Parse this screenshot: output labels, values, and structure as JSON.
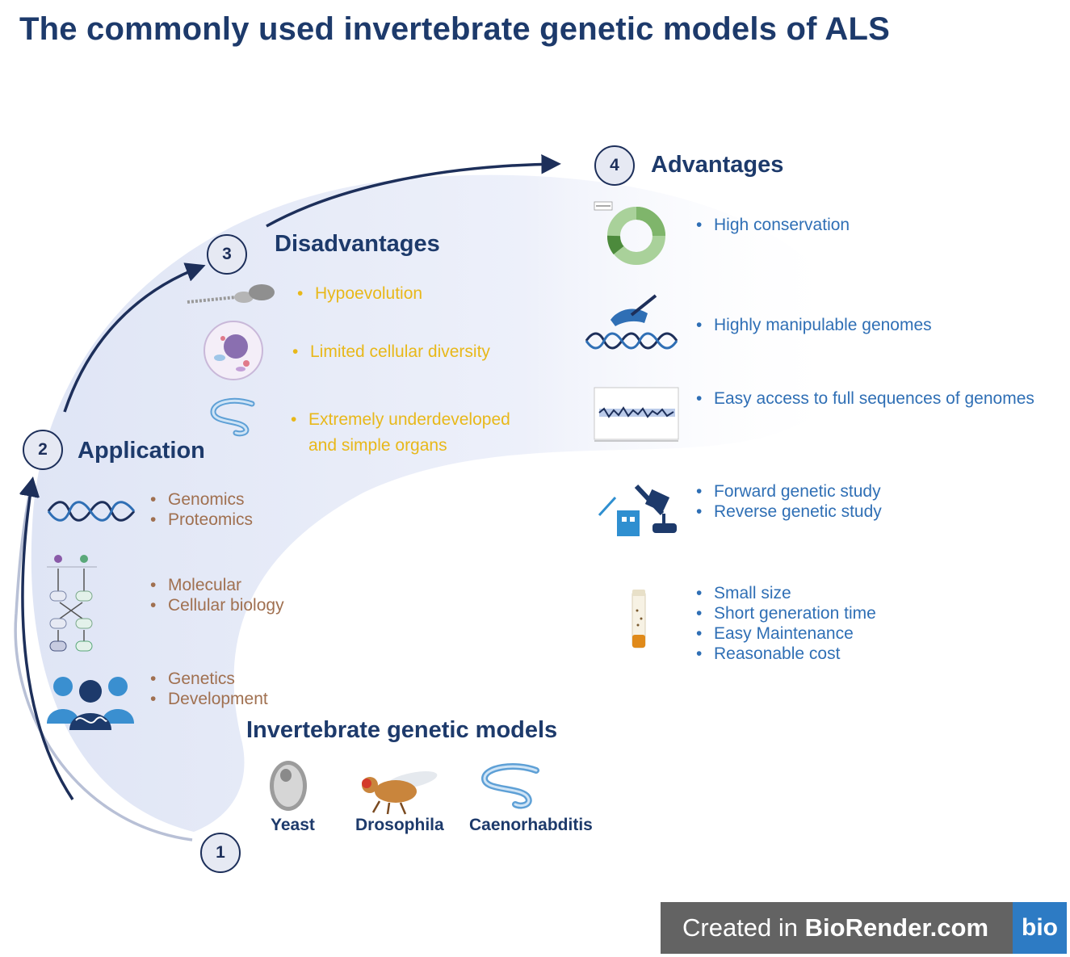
{
  "title": "The commonly used invertebrate genetic models of ALS",
  "steps": {
    "step1": "1",
    "step2": "2",
    "step3": "3",
    "step4": "4"
  },
  "disadvantages": {
    "title": "Disadvantages",
    "items": [
      "Hypoevolution",
      "Limited cellular diversity",
      "Extremely underdeveloped",
      "and simple organs"
    ]
  },
  "application": {
    "title": "Application",
    "group1": [
      "Genomics",
      "Proteomics"
    ],
    "group2": [
      "Molecular",
      "Cellular biology"
    ],
    "group3": [
      "Genetics",
      "Development"
    ]
  },
  "advantages": {
    "title": "Advantages",
    "group1": [
      "High conservation"
    ],
    "group2": [
      "Highly manipulable genomes"
    ],
    "group3": [
      "Easy access to full sequences of genomes"
    ],
    "group4": [
      "Forward genetic study",
      "Reverse genetic study"
    ],
    "group5": [
      "Small size",
      "Short generation time",
      "Easy Maintenance",
      "Reasonable cost"
    ]
  },
  "models": {
    "title": "Invertebrate genetic models",
    "labels": [
      "Yeast",
      "Drosophila",
      "Caenorhabditis"
    ]
  },
  "footer": {
    "created_in": "Created in ",
    "brand": "BioRender.com",
    "logo": "bio"
  },
  "icons": {
    "disadvantage_icons": [
      "sperm-icon",
      "cell-icon",
      "worm-icon"
    ],
    "application_icons": [
      "dna-icon",
      "pathway-icon",
      "people-dna-icon"
    ],
    "advantage_icons": [
      "pie-chart-icon",
      "dna-editing-icon",
      "sequence-plot-icon",
      "lab-equipment-icon",
      "vial-icon"
    ],
    "model_icons": [
      "yeast-icon",
      "fly-icon",
      "worm-icon"
    ]
  },
  "colors": {
    "title": "#1d3a6b",
    "disadvantage_text": "#e8b81a",
    "application_text": "#a07050",
    "advantage_text": "#2f6fb5",
    "arrow": "#1d2f5a"
  }
}
